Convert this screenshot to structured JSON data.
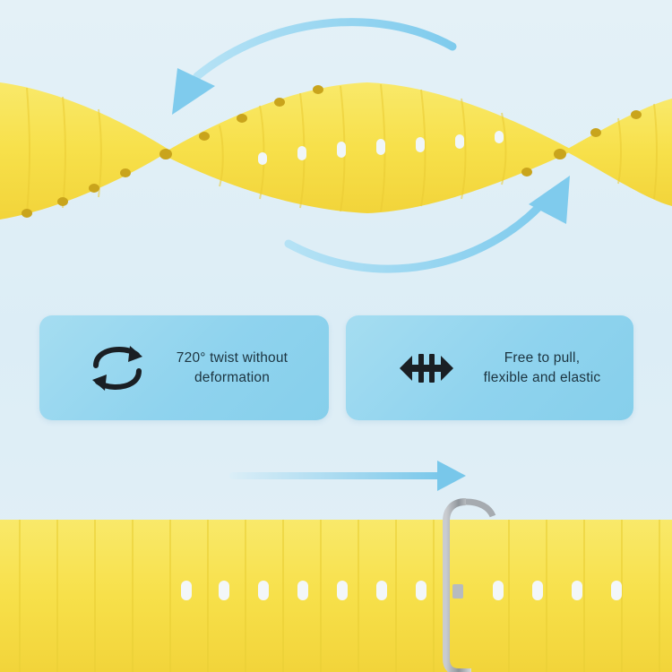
{
  "features": [
    {
      "id": "twist",
      "icon": "rotate-arrows-icon",
      "line1": "720° twist without",
      "line2": "deformation"
    },
    {
      "id": "pull",
      "icon": "stretch-arrows-icon",
      "line1": "Free to pull,",
      "line2": "flexible and elastic"
    }
  ],
  "colors": {
    "band": "#f7e24a",
    "band_shadow": "#e6c829",
    "arrow": "#8dd2ef",
    "card": "#94d5ee",
    "icon": "#1a1f24"
  }
}
